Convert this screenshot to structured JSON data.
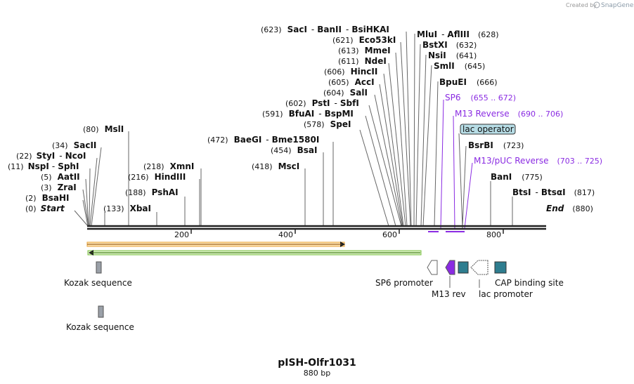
{
  "credit": "Created by",
  "brand": "SnapGene",
  "title": "pISH-Olfr1031",
  "length_label": "880 bp",
  "axis": {
    "ticks": [
      {
        "value": 200,
        "label": "200"
      },
      {
        "value": 400,
        "label": "400"
      },
      {
        "value": 600,
        "label": "600"
      },
      {
        "value": 800,
        "label": "800"
      }
    ]
  },
  "sites": {
    "start": {
      "pos": "(0)",
      "name": "Start"
    },
    "end": {
      "name": "End",
      "pos": "(880)"
    },
    "s2": {
      "pos": "(2)",
      "name": "BsaHI"
    },
    "s3": {
      "pos": "(3)",
      "name": "ZraI"
    },
    "s5": {
      "pos": "(5)",
      "name": "AatII"
    },
    "s11": {
      "pos": "(11)",
      "name": "NspI",
      "name2": "SphI"
    },
    "s22": {
      "pos": "(22)",
      "name": "StyI",
      "name2": "NcoI"
    },
    "s34": {
      "pos": "(34)",
      "name": "SacII"
    },
    "s80": {
      "pos": "(80)",
      "name": "MslI"
    },
    "s133": {
      "pos": "(133)",
      "name": "XbaI"
    },
    "s188": {
      "pos": "(188)",
      "name": "PshAI"
    },
    "s216": {
      "pos": "(216)",
      "name": "HindIII"
    },
    "s218": {
      "pos": "(218)",
      "name": "XmnI"
    },
    "s418": {
      "pos": "(418)",
      "name": "MscI"
    },
    "s454": {
      "pos": "(454)",
      "name": "BsaI"
    },
    "s472": {
      "pos": "(472)",
      "name": "BaeGI",
      "name2": "Bme1580I"
    },
    "s578": {
      "pos": "(578)",
      "name": "SpeI"
    },
    "s591": {
      "pos": "(591)",
      "name": "BfuAI",
      "name2": "BspMI"
    },
    "s602": {
      "pos": "(602)",
      "name": "PstI",
      "name2": "SbfI"
    },
    "s604": {
      "pos": "(604)",
      "name": "SalI"
    },
    "s605": {
      "pos": "(605)",
      "name": "AccI"
    },
    "s606": {
      "pos": "(606)",
      "name": "HincII"
    },
    "s611": {
      "pos": "(611)",
      "name": "NdeI"
    },
    "s613": {
      "pos": "(613)",
      "name": "MmeI"
    },
    "s621": {
      "pos": "(621)",
      "name": "Eco53kI"
    },
    "s623": {
      "pos": "(623)",
      "name": "SacI",
      "name2": "BanII",
      "name3": "BsiHKAI"
    },
    "s628": {
      "name": "MluI",
      "name2": "AflIII",
      "pos": "(628)"
    },
    "s632": {
      "name": "BstXI",
      "pos": "(632)"
    },
    "s641": {
      "name": "NsiI",
      "pos": "(641)"
    },
    "s645": {
      "name": "SmlI",
      "pos": "(645)"
    },
    "s666": {
      "name": "BpuEI",
      "pos": "(666)"
    },
    "s723": {
      "name": "BsrBI",
      "pos": "(723)"
    },
    "s775": {
      "name": "BanI",
      "pos": "(775)"
    },
    "s817": {
      "name": "BtsI",
      "name2": "BtsαI",
      "pos": "(817)"
    }
  },
  "primers": {
    "sp6": {
      "name": "SP6",
      "range": "(655 .. 672)"
    },
    "m13rev": {
      "name": "M13 Reverse",
      "range": "(690 .. 706)"
    },
    "m13puc": {
      "name": "M13/pUC Reverse",
      "range": "(703 .. 725)"
    }
  },
  "features": {
    "lac_operator": "lac operator",
    "kozak1": "Kozak sequence",
    "kozak2": "Kozak sequence",
    "sp6_promoter": "SP6 promoter",
    "m13_rev": "M13 rev",
    "lac_promoter": "lac promoter",
    "cap_site": "CAP binding site"
  },
  "colors": {
    "orange_orf": "#e8a33a",
    "green_orf": "#7bc043",
    "primer": "#8a2be2",
    "feature_teal": "#2e7d8f",
    "kozak_gray": "#9aa0a8",
    "lac_operator_fill": "#b7dde6"
  }
}
